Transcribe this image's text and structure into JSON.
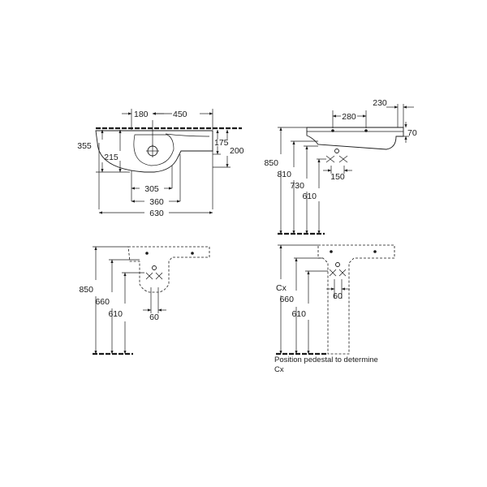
{
  "top_left": {
    "dims": [
      "180",
      "450",
      "355",
      "215",
      "175",
      "200",
      "305",
      "360",
      "630"
    ]
  },
  "top_right": {
    "dims": [
      "280",
      "230",
      "70",
      "850",
      "810",
      "730",
      "610",
      "150"
    ]
  },
  "bottom_left": {
    "dims": [
      "850",
      "660",
      "610",
      "60"
    ]
  },
  "bottom_right": {
    "dims": [
      "Cx",
      "660",
      "610",
      "60"
    ],
    "note_line1": "Position pedestal to determine",
    "note_line2": "Cx"
  }
}
